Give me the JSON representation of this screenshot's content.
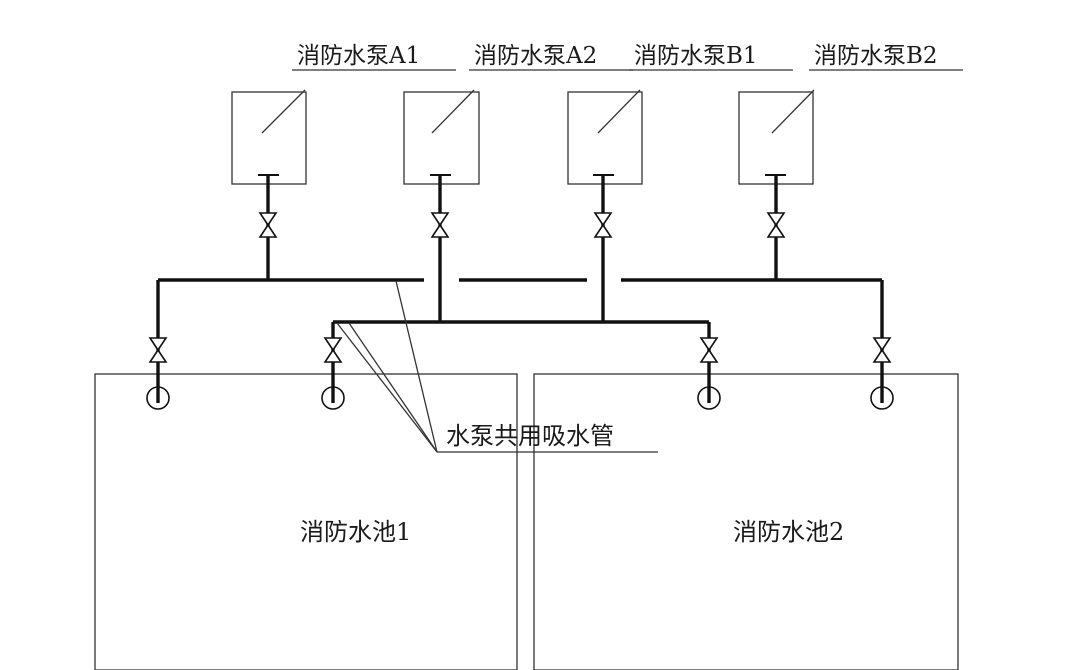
{
  "pumps": [
    {
      "label": "消防水泵A1"
    },
    {
      "label": "消防水泵A2"
    },
    {
      "label": "消防水泵B1"
    },
    {
      "label": "消防水泵B2"
    }
  ],
  "tanks": [
    {
      "label": "消防水池1"
    },
    {
      "label": "消防水池2"
    }
  ],
  "annotation": {
    "label": "水泵共用吸水管"
  },
  "colors": {
    "line": "#111111",
    "background": "#ffffff"
  }
}
